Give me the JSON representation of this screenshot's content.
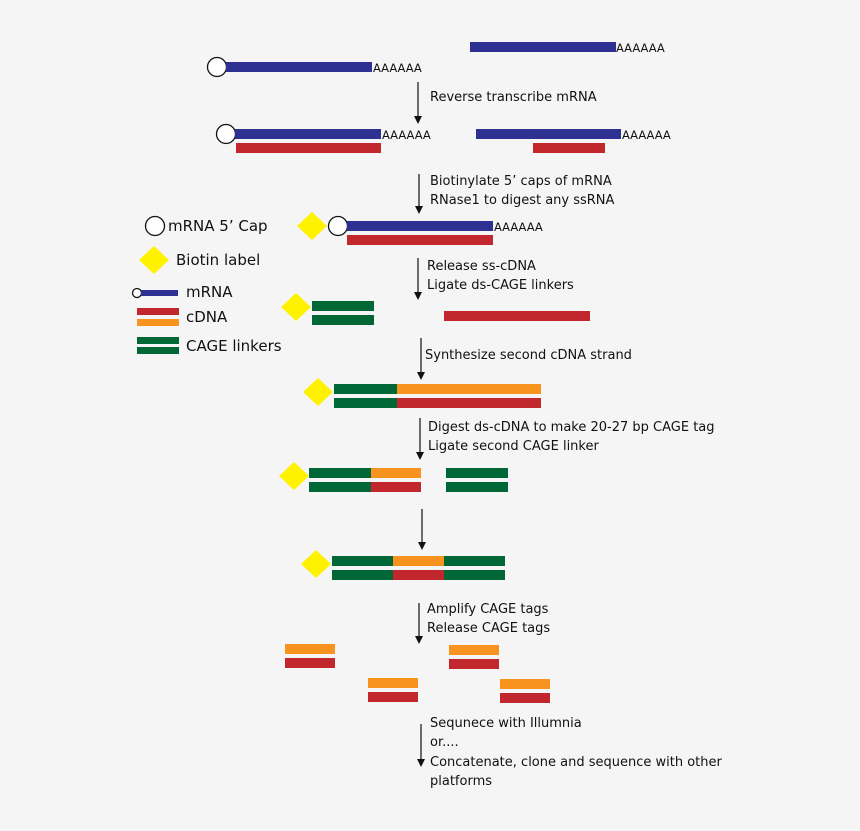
{
  "colors": {
    "background": "#f5f5f5",
    "mrna": "#2e3192",
    "cdna_red": "#c1272d",
    "cdna_orange": "#f7931e",
    "cage_linker": "#006837",
    "biotin": "#fff200",
    "cap_stroke": "#111111"
  },
  "poly_a": "AAAAAA",
  "steps": [
    {
      "lines": [
        "Reverse transcribe mRNA"
      ]
    },
    {
      "lines": [
        "Biotinylate 5’ caps of mRNA",
        "RNase1 to digest any ssRNA"
      ]
    },
    {
      "lines": [
        "Release ss-cDNA",
        "Ligate ds-CAGE linkers"
      ]
    },
    {
      "lines": [
        "Synthesize second cDNA strand"
      ]
    },
    {
      "lines": [
        "Digest ds-cDNA to make 20-27 bp CAGE tag",
        "Ligate second CAGE linker"
      ]
    },
    {
      "lines": []
    },
    {
      "lines": [
        "Amplify CAGE tags",
        "Release CAGE tags"
      ]
    },
    {
      "lines": [
        "Sequnece with Illumnia",
        "or....",
        "Concatenate, clone and sequence with other",
        "platforms"
      ]
    }
  ],
  "legend": {
    "cap": "mRNA 5’ Cap",
    "biotin": "Biotin label",
    "mrna": "mRNA",
    "cdna": "cDNA",
    "linkers": "CAGE linkers"
  }
}
